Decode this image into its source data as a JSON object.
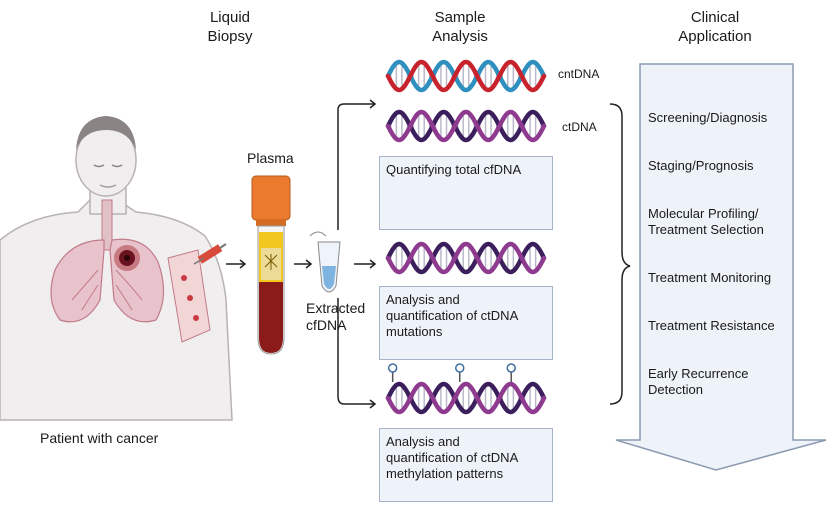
{
  "headers": {
    "liquid_biopsy": "Liquid\nBiopsy",
    "sample_analysis": "Sample\nAnalysis",
    "clinical_application": "Clinical\nApplication"
  },
  "labels": {
    "patient": "Patient with cancer",
    "plasma": "Plasma",
    "extracted": "Extracted\ncfDNA",
    "cntdna": "cntDNA",
    "ctdna": "ctDNA"
  },
  "analysis_boxes": [
    "Quantifying total cfDNA",
    "Analysis and\nquantification of ctDNA\nmutations",
    "Analysis and\nquantification of ctDNA\nmethylation patterns"
  ],
  "applications": [
    "Screening/Diagnosis",
    "Staging/Prognosis",
    "Molecular Profiling/\nTreatment Selection",
    "Treatment Monitoring",
    "Treatment Resistance",
    "Early Recurrence\nDetection"
  ],
  "colors": {
    "dna_red": "#c8232c",
    "dna_blue": "#2f8fbf",
    "dna_purple": "#8e3a8e",
    "dna_dark": "#3b1f5c",
    "blood": "#8b1a1a",
    "tube_cap": "#ec7a2e",
    "plasma_yellow": "#f2c81f",
    "box_fill": "#eef2f9",
    "box_border": "#a6b3c8"
  }
}
